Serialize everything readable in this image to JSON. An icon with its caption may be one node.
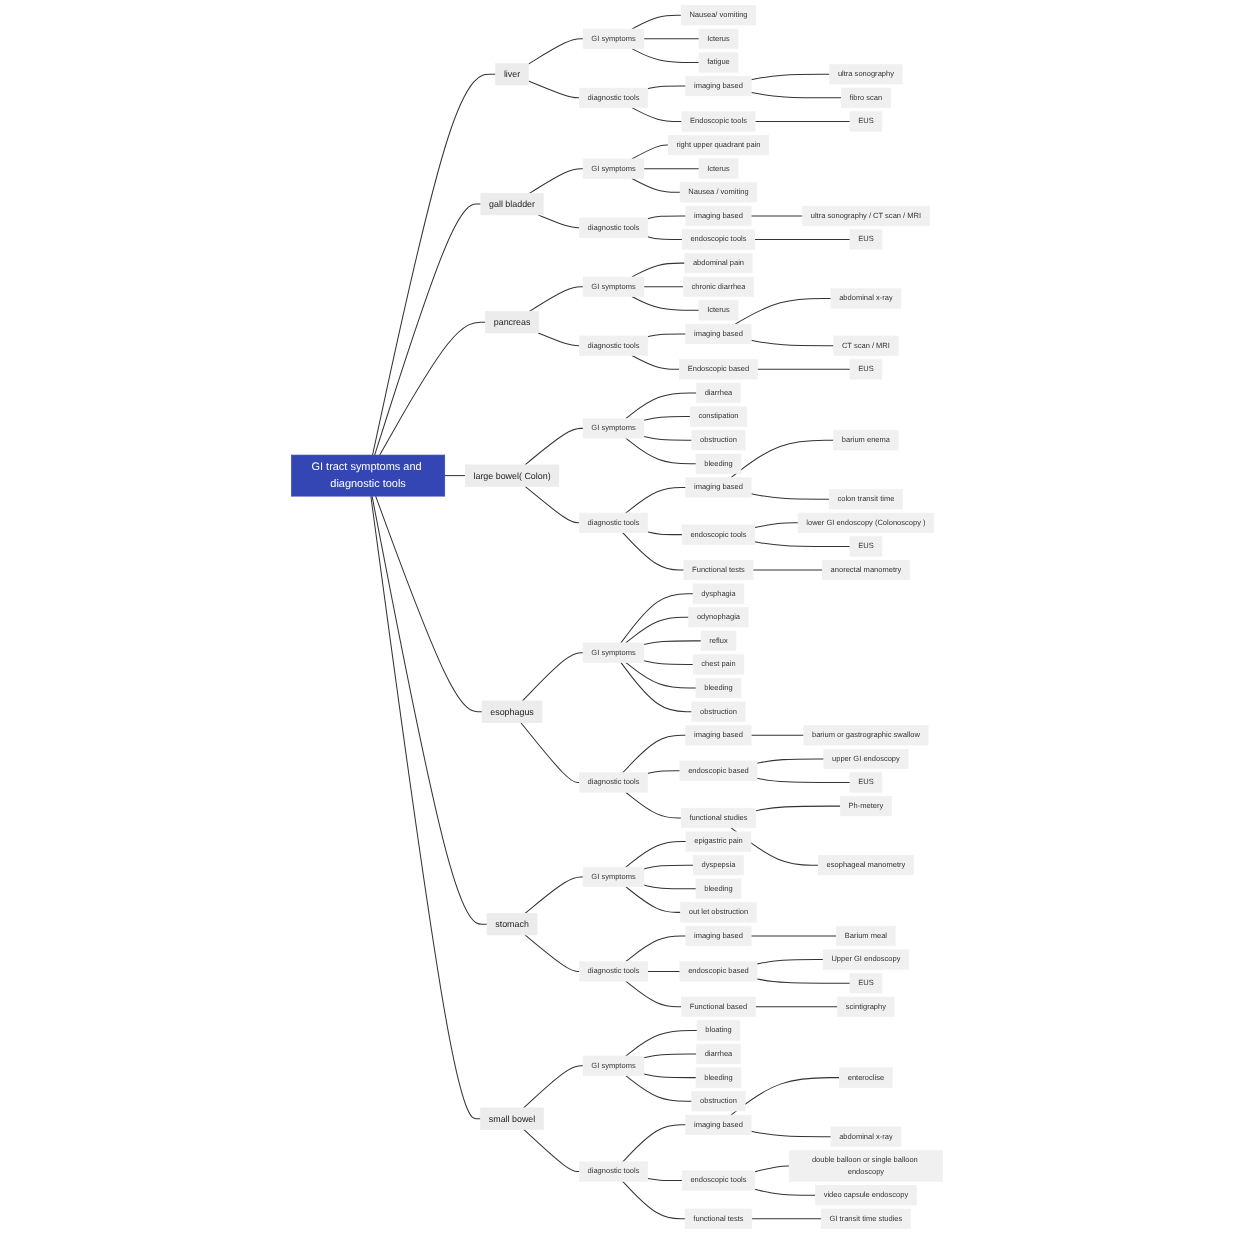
{
  "diagram": {
    "nodes": [
      {
        "text": [
          "GI tract symptoms and diagnostic tools"
        ]
      },
      {
        "text": [
          "liver"
        ]
      },
      {
        "text": [
          "GI symptoms"
        ]
      },
      {
        "text": [
          "Nausea/ vomiting"
        ]
      },
      {
        "text": [
          "Icterus"
        ]
      },
      {
        "text": [
          "fatigue"
        ]
      },
      {
        "text": [
          "diagnostic tools"
        ]
      },
      {
        "text": [
          "imaging based"
        ]
      },
      {
        "text": [
          "ultra sonography"
        ]
      },
      {
        "text": [
          "fibro scan"
        ]
      },
      {
        "text": [
          "Endoscopic tools"
        ]
      },
      {
        "text": [
          "EUS"
        ]
      },
      {
        "text": [
          "gall bladder"
        ]
      },
      {
        "text": [
          "GI symptoms"
        ]
      },
      {
        "text": [
          "right upper quadrant pain"
        ]
      },
      {
        "text": [
          "Icterus"
        ]
      },
      {
        "text": [
          "Nausea / vomiting"
        ]
      },
      {
        "text": [
          "diagnostic tools"
        ]
      },
      {
        "text": [
          "imaging based"
        ]
      },
      {
        "text": [
          "ultra sonography / CT scan / MRI"
        ]
      },
      {
        "text": [
          "endoscopic tools"
        ]
      },
      {
        "text": [
          "EUS"
        ]
      },
      {
        "text": [
          "pancreas"
        ]
      },
      {
        "text": [
          "GI symptoms"
        ]
      },
      {
        "text": [
          "abdominal pain"
        ]
      },
      {
        "text": [
          "chronic diarrhea"
        ]
      },
      {
        "text": [
          "Icterus"
        ]
      },
      {
        "text": [
          "diagnostic tools"
        ]
      },
      {
        "text": [
          "imaging based"
        ]
      },
      {
        "text": [
          "abdominal x-ray"
        ]
      },
      {
        "text": [
          "CT scan  / MRI"
        ]
      },
      {
        "text": [
          "Endoscopic based"
        ]
      },
      {
        "text": [
          "EUS"
        ]
      },
      {
        "text": [
          "large bowel( Colon)"
        ]
      },
      {
        "text": [
          "GI symptoms"
        ]
      },
      {
        "text": [
          "diarrhea"
        ]
      },
      {
        "text": [
          "constipation"
        ]
      },
      {
        "text": [
          "obstruction"
        ]
      },
      {
        "text": [
          "bleeding"
        ]
      },
      {
        "text": [
          "diagnostic tools"
        ]
      },
      {
        "text": [
          "imaging based"
        ]
      },
      {
        "text": [
          "barium enema"
        ]
      },
      {
        "text": [
          "colon transit time"
        ]
      },
      {
        "text": [
          "endoscopic tools"
        ]
      },
      {
        "text": [
          "lower GI endoscopy (Colonoscopy )"
        ]
      },
      {
        "text": [
          "EUS"
        ]
      },
      {
        "text": [
          "Functional tests"
        ]
      },
      {
        "text": [
          "anorectal manometry"
        ]
      },
      {
        "text": [
          "esophagus"
        ]
      },
      {
        "text": [
          "GI symptoms"
        ]
      },
      {
        "text": [
          "dysphagia"
        ]
      },
      {
        "text": [
          "odynophagia"
        ]
      },
      {
        "text": [
          "reflux"
        ]
      },
      {
        "text": [
          "chest pain"
        ]
      },
      {
        "text": [
          "bleeding"
        ]
      },
      {
        "text": [
          "obstruction"
        ]
      },
      {
        "text": [
          "diagnostic tools"
        ]
      },
      {
        "text": [
          "imaging based"
        ]
      },
      {
        "text": [
          "barium or gastrographic swallow"
        ]
      },
      {
        "text": [
          "endoscopic based"
        ]
      },
      {
        "text": [
          "upper GI endoscopy"
        ]
      },
      {
        "text": [
          "EUS"
        ]
      },
      {
        "text": [
          "functional studies"
        ]
      },
      {
        "text": [
          "Ph-metery"
        ]
      },
      {
        "text": [
          "esophageal manometry"
        ]
      },
      {
        "text": [
          "stomach"
        ]
      },
      {
        "text": [
          "GI symptoms"
        ]
      },
      {
        "text": [
          "epigastric pain"
        ]
      },
      {
        "text": [
          "dyspepsia"
        ]
      },
      {
        "text": [
          "bleeding"
        ]
      },
      {
        "text": [
          "out let obstruction"
        ]
      },
      {
        "text": [
          "diagnostic tools"
        ]
      },
      {
        "text": [
          "imaging based"
        ]
      },
      {
        "text": [
          "Barium meal"
        ]
      },
      {
        "text": [
          "endoscopic based"
        ]
      },
      {
        "text": [
          "Upper GI endoscopy"
        ]
      },
      {
        "text": [
          "EUS"
        ]
      },
      {
        "text": [
          "Functional based"
        ]
      },
      {
        "text": [
          "scintigraphy"
        ]
      },
      {
        "text": [
          "small bowel"
        ]
      },
      {
        "text": [
          "GI symptoms"
        ]
      },
      {
        "text": [
          "bloating"
        ]
      },
      {
        "text": [
          "diarrhea"
        ]
      },
      {
        "text": [
          "bleeding"
        ]
      },
      {
        "text": [
          "obstruction"
        ]
      },
      {
        "text": [
          "diagnostic tools"
        ]
      },
      {
        "text": [
          "imaging based"
        ]
      },
      {
        "text": [
          "enteroclise"
        ]
      },
      {
        "text": [
          "abdominal x-ray"
        ]
      },
      {
        "text": [
          "endoscopic tools"
        ]
      },
      {
        "text": [
          "double balloon or single balloon endoscopy"
        ]
      },
      {
        "text": [
          "video capsule endoscopy"
        ]
      },
      {
        "text": [
          "functional tests"
        ]
      },
      {
        "text": [
          "GI transit time studies"
        ]
      }
    ],
    "edges": [
      {
        "from": 0,
        "to": 1,
        "arrow": "none"
      },
      {
        "from": 1,
        "to": 2,
        "arrow": "none"
      },
      {
        "from": 2,
        "to": 3,
        "arrow": "none"
      },
      {
        "from": 2,
        "to": 4,
        "arrow": "none"
      },
      {
        "from": 2,
        "to": 5,
        "arrow": "none"
      },
      {
        "from": 1,
        "to": 6,
        "arrow": "none"
      },
      {
        "from": 6,
        "to": 7,
        "arrow": "none"
      },
      {
        "from": 7,
        "to": 8,
        "arrow": "none"
      },
      {
        "from": 7,
        "to": 9,
        "arrow": "none"
      },
      {
        "from": 6,
        "to": 10,
        "arrow": "none"
      },
      {
        "from": 10,
        "to": 11,
        "arrow": "none"
      },
      {
        "from": 0,
        "to": 12,
        "arrow": "none"
      },
      {
        "from": 12,
        "to": 13,
        "arrow": "none"
      },
      {
        "from": 13,
        "to": 14,
        "arrow": "none"
      },
      {
        "from": 13,
        "to": 15,
        "arrow": "none"
      },
      {
        "from": 13,
        "to": 16,
        "arrow": "none"
      },
      {
        "from": 12,
        "to": 17,
        "arrow": "none"
      },
      {
        "from": 17,
        "to": 18,
        "arrow": "none"
      },
      {
        "from": 18,
        "to": 19,
        "arrow": "none"
      },
      {
        "from": 17,
        "to": 20,
        "arrow": "none"
      },
      {
        "from": 20,
        "to": 21,
        "arrow": "none"
      },
      {
        "from": 0,
        "to": 22,
        "arrow": "none"
      },
      {
        "from": 22,
        "to": 23,
        "arrow": "none"
      },
      {
        "from": 23,
        "to": 24,
        "arrow": "none"
      },
      {
        "from": 23,
        "to": 25,
        "arrow": "none"
      },
      {
        "from": 23,
        "to": 26,
        "arrow": "none"
      },
      {
        "from": 22,
        "to": 27,
        "arrow": "none"
      },
      {
        "from": 27,
        "to": 28,
        "arrow": "none"
      },
      {
        "from": 28,
        "to": 29,
        "arrow": "none"
      },
      {
        "from": 28,
        "to": 30,
        "arrow": "none"
      },
      {
        "from": 27,
        "to": 31,
        "arrow": "none"
      },
      {
        "from": 31,
        "to": 32,
        "arrow": "none"
      },
      {
        "from": 0,
        "to": 33,
        "arrow": "none"
      },
      {
        "from": 33,
        "to": 34,
        "arrow": "none"
      },
      {
        "from": 34,
        "to": 35,
        "arrow": "none"
      },
      {
        "from": 34,
        "to": 36,
        "arrow": "none"
      },
      {
        "from": 34,
        "to": 37,
        "arrow": "none"
      },
      {
        "from": 34,
        "to": 38,
        "arrow": "none"
      },
      {
        "from": 33,
        "to": 39,
        "arrow": "none"
      },
      {
        "from": 39,
        "to": 40,
        "arrow": "none"
      },
      {
        "from": 40,
        "to": 41,
        "arrow": "none"
      },
      {
        "from": 40,
        "to": 42,
        "arrow": "none"
      },
      {
        "from": 39,
        "to": 43,
        "arrow": "none"
      },
      {
        "from": 43,
        "to": 44,
        "arrow": "none"
      },
      {
        "from": 43,
        "to": 45,
        "arrow": "none"
      },
      {
        "from": 39,
        "to": 46,
        "arrow": "none"
      },
      {
        "from": 46,
        "to": 47,
        "arrow": "none"
      },
      {
        "from": 0,
        "to": 48,
        "arrow": "none"
      },
      {
        "from": 48,
        "to": 49,
        "arrow": "none"
      },
      {
        "from": 49,
        "to": 50,
        "arrow": "none"
      },
      {
        "from": 49,
        "to": 51,
        "arrow": "none"
      },
      {
        "from": 49,
        "to": 52,
        "arrow": "none"
      },
      {
        "from": 49,
        "to": 53,
        "arrow": "none"
      },
      {
        "from": 49,
        "to": 54,
        "arrow": "none"
      },
      {
        "from": 49,
        "to": 55,
        "arrow": "none"
      },
      {
        "from": 48,
        "to": 56,
        "arrow": "none"
      },
      {
        "from": 56,
        "to": 57,
        "arrow": "none"
      },
      {
        "from": 57,
        "to": 58,
        "arrow": "none"
      },
      {
        "from": 56,
        "to": 59,
        "arrow": "none"
      },
      {
        "from": 59,
        "to": 60,
        "arrow": "none"
      },
      {
        "from": 59,
        "to": 61,
        "arrow": "none"
      },
      {
        "from": 56,
        "to": 62,
        "arrow": "none"
      },
      {
        "from": 62,
        "to": 63,
        "arrow": "none"
      },
      {
        "from": 62,
        "to": 64,
        "arrow": "none"
      },
      {
        "from": 0,
        "to": 65,
        "arrow": "none"
      },
      {
        "from": 65,
        "to": 66,
        "arrow": "none"
      },
      {
        "from": 66,
        "to": 67,
        "arrow": "none"
      },
      {
        "from": 66,
        "to": 68,
        "arrow": "none"
      },
      {
        "from": 66,
        "to": 69,
        "arrow": "none"
      },
      {
        "from": 66,
        "to": 70,
        "arrow": "none"
      },
      {
        "from": 65,
        "to": 71,
        "arrow": "none"
      },
      {
        "from": 71,
        "to": 72,
        "arrow": "none"
      },
      {
        "from": 72,
        "to": 73,
        "arrow": "none"
      },
      {
        "from": 71,
        "to": 74,
        "arrow": "none"
      },
      {
        "from": 74,
        "to": 75,
        "arrow": "none"
      },
      {
        "from": 74,
        "to": 76,
        "arrow": "none"
      },
      {
        "from": 71,
        "to": 77,
        "arrow": "none"
      },
      {
        "from": 77,
        "to": 78,
        "arrow": "none"
      },
      {
        "from": 0,
        "to": 79,
        "arrow": "none"
      },
      {
        "from": 79,
        "to": 80,
        "arrow": "none"
      },
      {
        "from": 80,
        "to": 81,
        "arrow": "none"
      },
      {
        "from": 80,
        "to": 82,
        "arrow": "none"
      },
      {
        "from": 80,
        "to": 83,
        "arrow": "none"
      },
      {
        "from": 80,
        "to": 84,
        "arrow": "none"
      },
      {
        "from": 79,
        "to": 85,
        "arrow": "none"
      },
      {
        "from": 85,
        "to": 86,
        "arrow": "none"
      },
      {
        "from": 86,
        "to": 87,
        "arrow": "none"
      },
      {
        "from": 86,
        "to": 88,
        "arrow": "none"
      },
      {
        "from": 85,
        "to": 89,
        "arrow": "none"
      },
      {
        "from": 89,
        "to": 90,
        "arrow": "none"
      },
      {
        "from": 89,
        "to": 91,
        "arrow": "none"
      },
      {
        "from": 85,
        "to": 92,
        "arrow": "none"
      },
      {
        "from": 92,
        "to": 93,
        "arrow": "none"
      }
    ]
  }
}
